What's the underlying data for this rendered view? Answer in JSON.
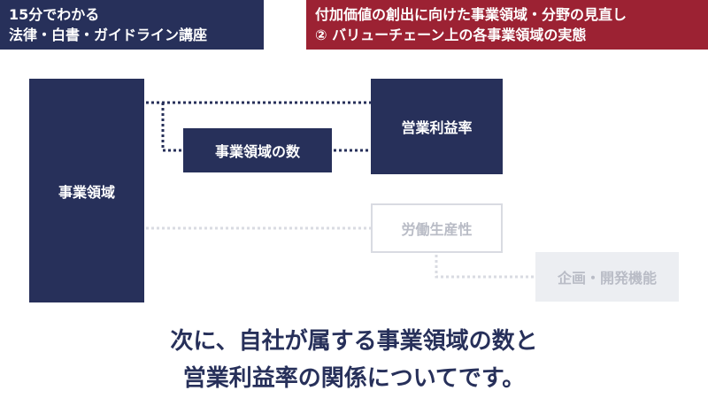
{
  "header": {
    "left_line1": "15分でわかる",
    "left_line2": "法律・白書・ガイドライン講座",
    "right_line1": "付加価値の創出に向けた事業領域・分野の見直し",
    "right_line2": "② バリューチェーン上の各事業領域の実態"
  },
  "diagram": {
    "business_domain": "事業領域",
    "operating_margin": "営業利益率",
    "number_of_domains": "事業領域の数",
    "labor_productivity": "労働生産性",
    "planning_development": "企画・開発機能"
  },
  "caption": {
    "line1": "次に、自社が属する事業領域の数と",
    "line2": "営業利益率の関係についてです。"
  },
  "colors": {
    "navy": "#27305a",
    "crimson": "#9c2233",
    "faded_text": "#b9bcc6"
  }
}
